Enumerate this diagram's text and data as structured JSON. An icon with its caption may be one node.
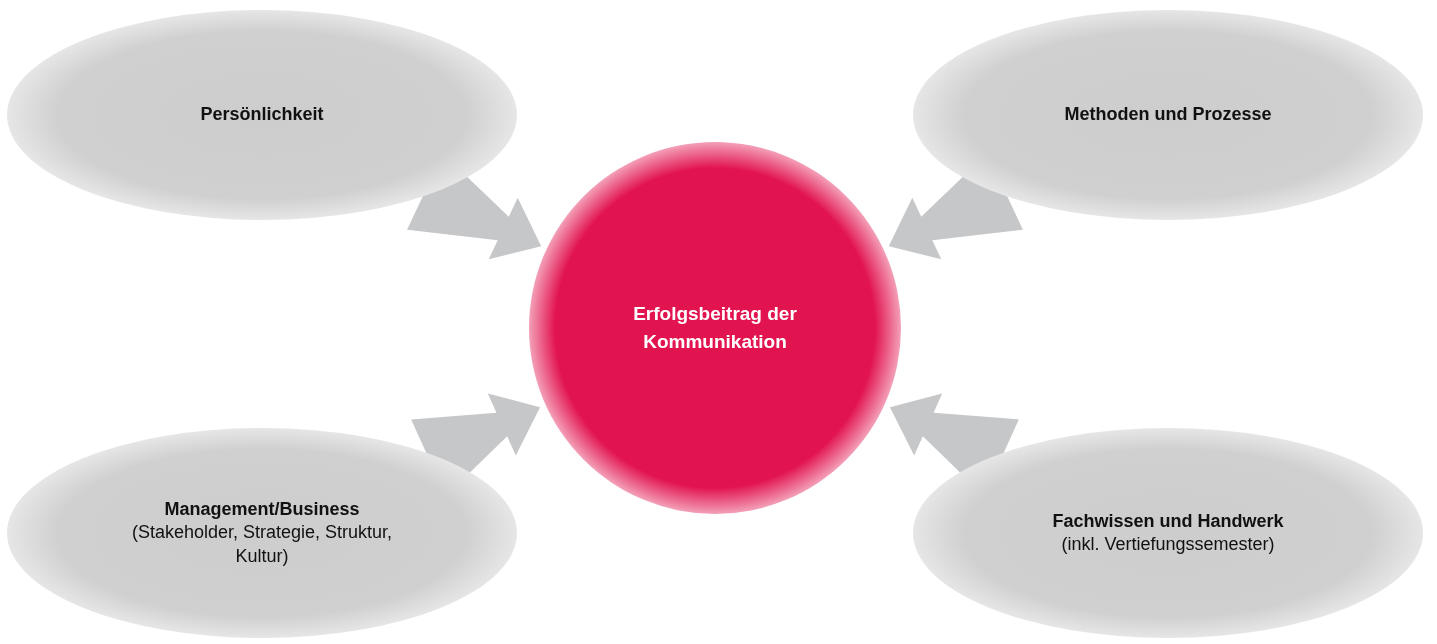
{
  "diagram": {
    "nodes": [
      {
        "text": [
          "Persönlichkeit"
        ]
      },
      {
        "text": [
          "Methoden und Prozesse"
        ]
      },
      {
        "text": [
          "Erfolgsbeitrag der Kommunikation"
        ]
      },
      {
        "text": [
          "Management/Business",
          "(Stakeholder, Strategie, Struktur, Kultur)"
        ]
      },
      {
        "text": [
          "Fachwissen und Handwerk",
          "(inkl. Vertiefungssemester)"
        ]
      }
    ],
    "edges": [
      {
        "from": 0,
        "to": 2,
        "arrow": "to"
      },
      {
        "from": 1,
        "to": 2,
        "arrow": "to"
      },
      {
        "from": 3,
        "to": 2,
        "arrow": "to"
      },
      {
        "from": 4,
        "to": 2,
        "arrow": "to"
      }
    ]
  }
}
